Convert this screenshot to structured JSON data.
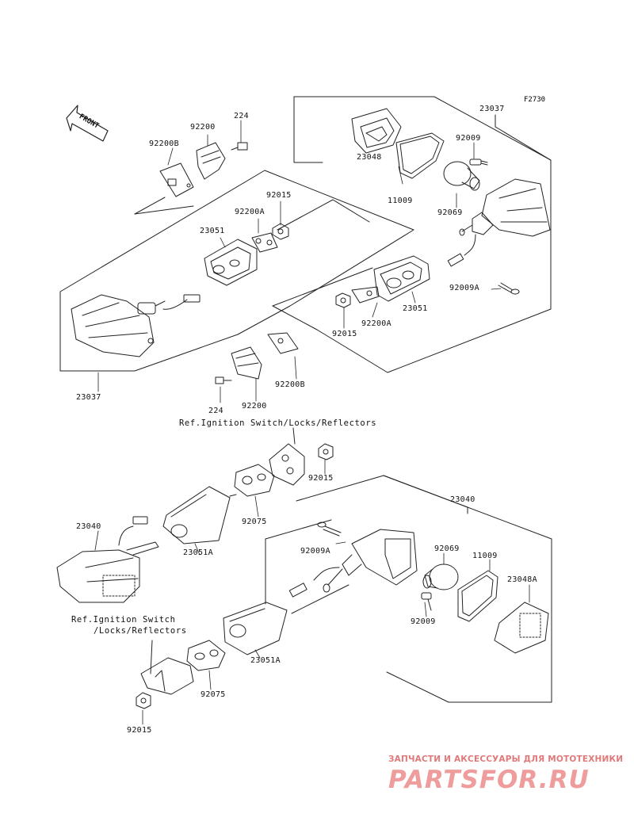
{
  "figure_id": "F2730",
  "front_arrow_text": "FRONT",
  "labels": {
    "p23037_top": "23037",
    "p23037_left": "23037",
    "p92009_a": "92009",
    "p92009_b": "92009",
    "p92009A_a": "92009A",
    "p92009A_b": "92009A",
    "p11009_a": "11009",
    "p11009_b": "11009",
    "p23048": "23048",
    "p23048A": "23048A",
    "p92069_a": "92069",
    "p92069_b": "92069",
    "p23051_left": "23051",
    "p23051_right": "23051",
    "p92200A_left": "92200A",
    "p92200A_right": "92200A",
    "p92015_1": "92015",
    "p92015_2": "92015",
    "p92015_3": "92015",
    "p92015_4": "92015",
    "p92200_top": "92200",
    "p92200_bottom": "92200",
    "p92200B_top": "92200B",
    "p92200B_bottom": "92200B",
    "p224_top": "224",
    "p224_bottom": "224",
    "p23040_left": "23040",
    "p23040_right": "23040",
    "p23051A_left": "23051A",
    "p23051A_right": "23051A",
    "p92075_left": "92075",
    "p92075_right": "92075"
  },
  "references": {
    "ref_top": "Ref.Ignition Switch/Locks/Reflectors",
    "ref_left_line1": "Ref.Ignition Switch",
    "ref_left_line2": "/Locks/Reflectors"
  },
  "watermark": {
    "tagline": "ЗАПЧАСТИ И АКСЕССУАРЫ ДЛЯ МОТОТЕХНИКИ",
    "logo": "PARTSFOR.RU"
  }
}
